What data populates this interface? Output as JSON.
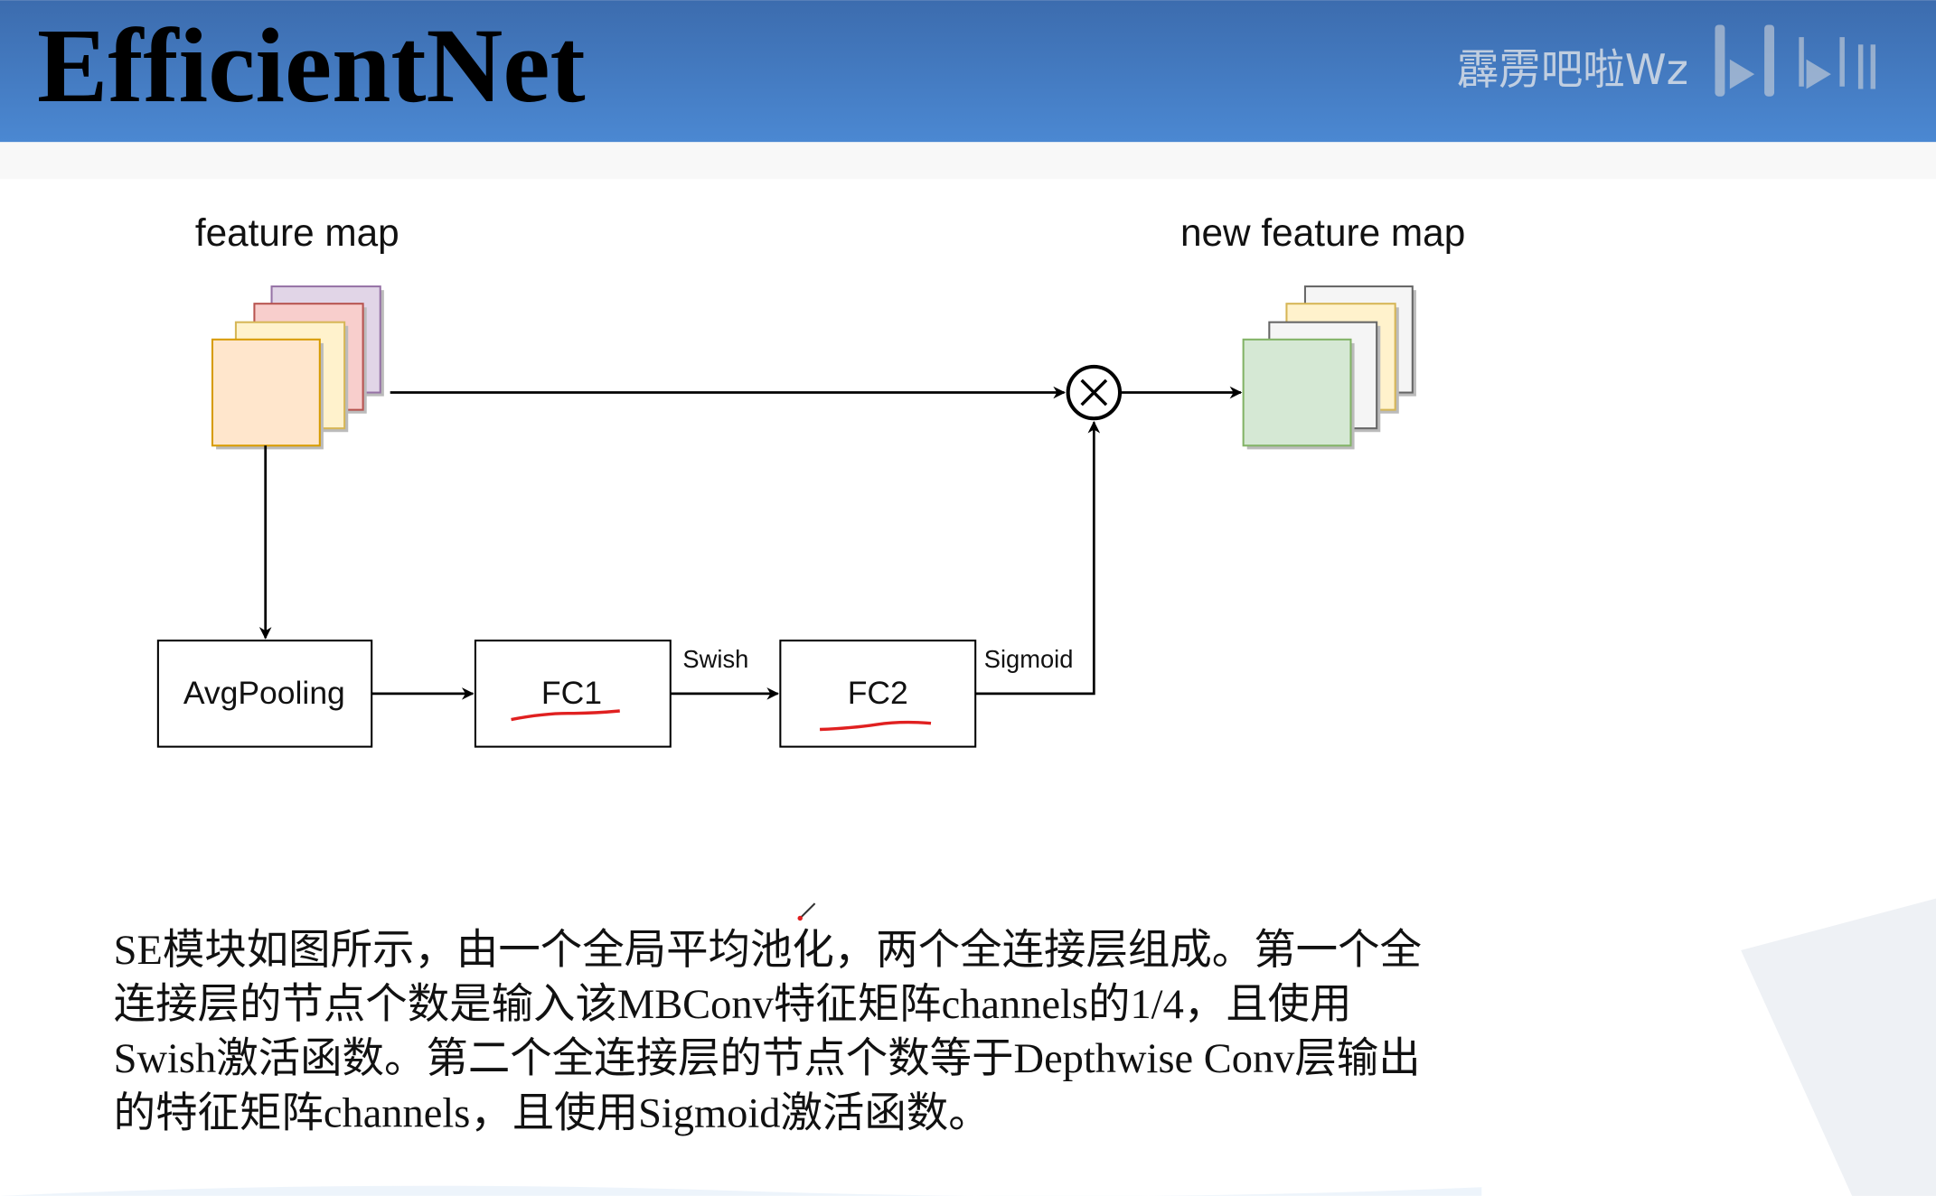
{
  "header": {
    "title": "EfficientNet",
    "watermark": "霹雳吧啦Wz",
    "watermark_logo": "bilibili",
    "gradient_top": "#3c6cae",
    "gradient_bottom": "#4b88d2"
  },
  "diagram": {
    "input_label": "feature map",
    "output_label": "new feature map",
    "multiply_symbol": "×",
    "nodes": {
      "avgpool": "AvgPooling",
      "fc1": "FC1",
      "fc2": "FC2"
    },
    "edge_labels": {
      "swish": "Swish",
      "sigmoid": "Sigmoid"
    },
    "colors": {
      "input_front": "#ffe6cc",
      "input_yellow": "#fff2cc",
      "input_pink": "#f8cecc",
      "input_purple": "#e1d5e7",
      "output_front": "#d5e8d4",
      "output_grey": "#f5f5f5",
      "output_yellow": "#fff2cc",
      "annotation_red": "#e02020"
    }
  },
  "paragraph": {
    "lines": [
      "SE模块如图所示，由一个全局平均池化，两个全连接层组成。第一个全",
      "连接层的节点个数是输入该MBConv特征矩阵channels的1/4，且使用",
      "Swish激活函数。第二个全连接层的节点个数等于Depthwise Conv层输出",
      "的特征矩阵channels，且使用Sigmoid激活函数。"
    ]
  }
}
